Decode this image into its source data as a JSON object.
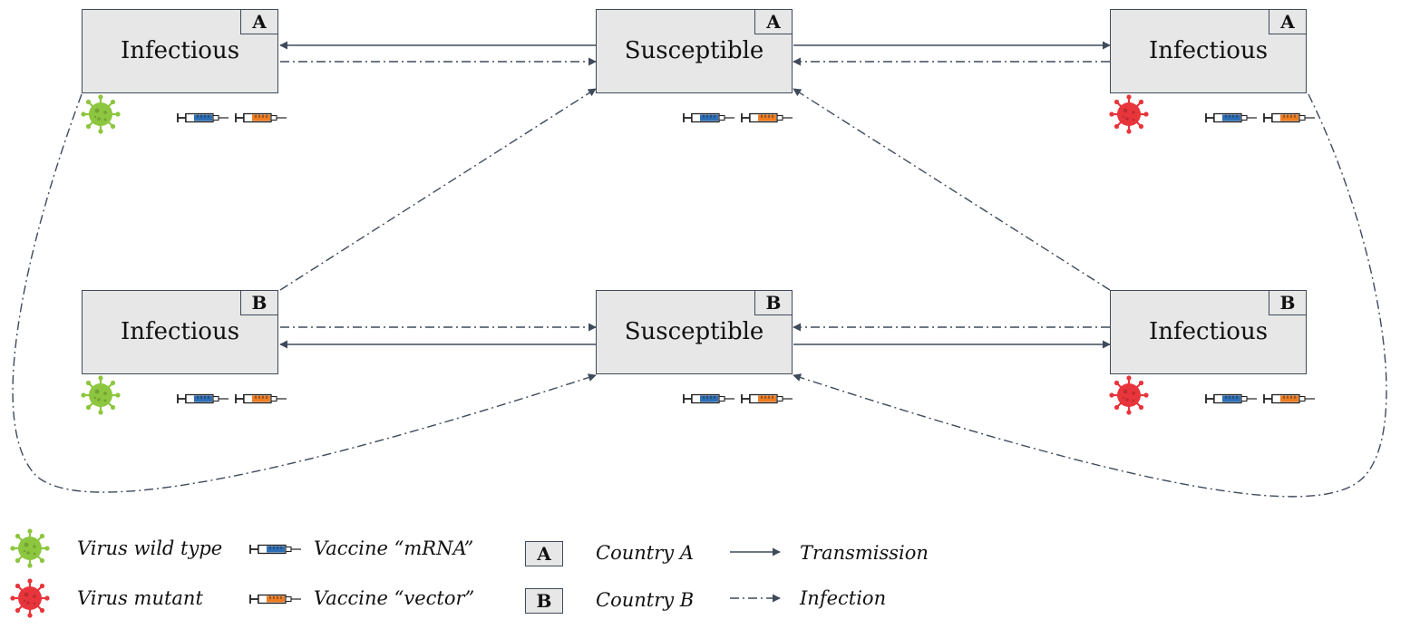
{
  "colors": {
    "node_fill": "#e7e7e7",
    "node_border": "#3f4a5b",
    "arrow": "#3f4a5b",
    "virus_wild_type": "#8dc63f",
    "virus_mutant": "#e8353b",
    "vaccine_mrna": "#2d6fb7",
    "vaccine_vector": "#ef7d22"
  },
  "nodes": {
    "a_left": {
      "label": "Infectious",
      "country": "A",
      "virus": "virus-wild-type-icon"
    },
    "a_center": {
      "label": "Susceptible",
      "country": "A"
    },
    "a_right": {
      "label": "Infectious",
      "country": "A",
      "virus": "virus-mutant-icon"
    },
    "b_left": {
      "label": "Infectious",
      "country": "B",
      "virus": "virus-wild-type-icon"
    },
    "b_center": {
      "label": "Susceptible",
      "country": "B"
    },
    "b_right": {
      "label": "Infectious",
      "country": "B",
      "virus": "virus-mutant-icon"
    }
  },
  "legend": {
    "virus_wild_type": "Virus wild type",
    "virus_mutant": "Virus mutant",
    "vaccine_mrna": "Vaccine “mRNA”",
    "vaccine_vector": "Vaccine “vector”",
    "country_a_box": "A",
    "country_a": "Country A",
    "country_b_box": "B",
    "country_b": "Country B",
    "transmission": "Transmission",
    "infection": "Infection"
  }
}
